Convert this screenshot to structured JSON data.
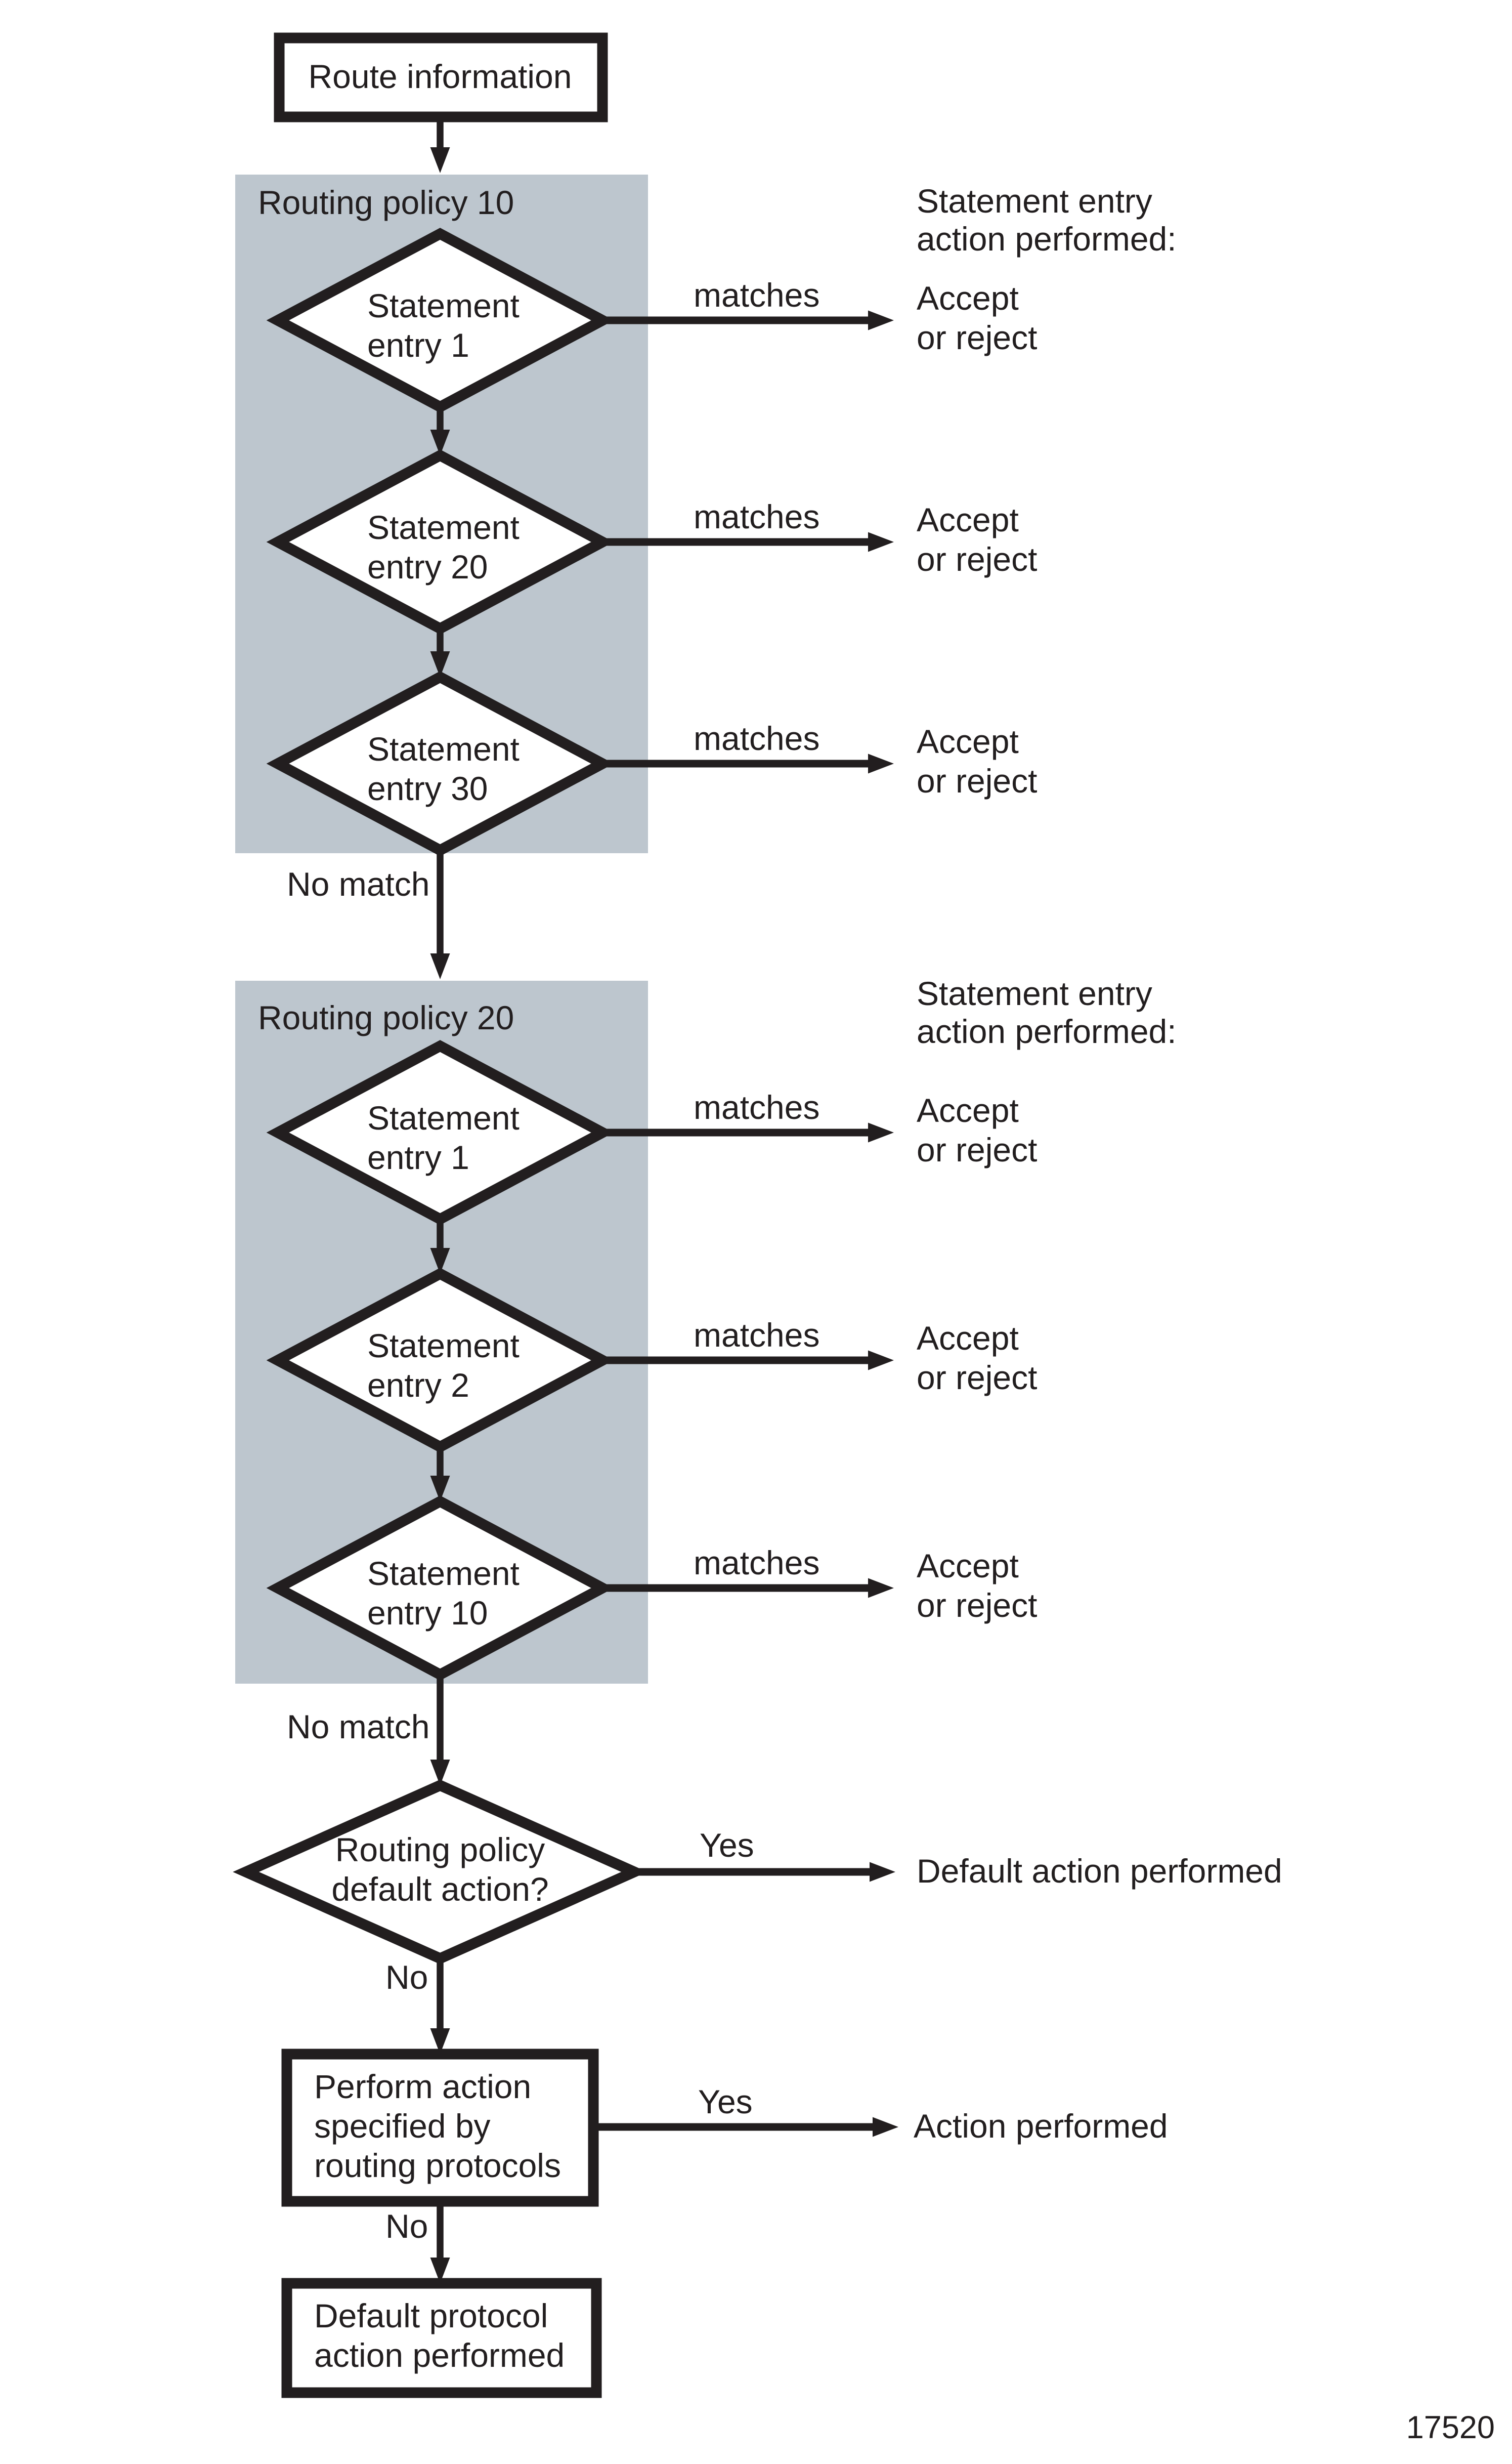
{
  "figure": {
    "number": "17520"
  },
  "colors": {
    "panel": "#BDC6CE",
    "ink": "#221E1F",
    "background": "#FFFFFF"
  },
  "start": {
    "label": "Route information"
  },
  "labels": {
    "matches": "matches",
    "no_match": "No match",
    "yes": "Yes",
    "no": "No"
  },
  "results": {
    "match_line1": "Accept",
    "match_line2": "or reject",
    "default_action": "Default action performed",
    "protocol_action": "Action performed"
  },
  "policy10": {
    "title": "Routing policy 10",
    "heading1": "Statement entry",
    "heading2": "action performed:",
    "entries": [
      {
        "line1": "Statement",
        "line2": "entry 1"
      },
      {
        "line1": "Statement",
        "line2": "entry 20"
      },
      {
        "line1": "Statement",
        "line2": "entry 30"
      }
    ]
  },
  "policy20": {
    "title": "Routing policy 20",
    "heading1": "Statement entry",
    "heading2": "action performed:",
    "entries": [
      {
        "line1": "Statement",
        "line2": "entry 1"
      },
      {
        "line1": "Statement",
        "line2": "entry 2"
      },
      {
        "line1": "Statement",
        "line2": "entry 10"
      }
    ]
  },
  "decision_default": {
    "line1": "Routing policy",
    "line2": "default action?"
  },
  "protocol_box": {
    "line1": "Perform action",
    "line2": "specified by",
    "line3": "routing protocols"
  },
  "final_box": {
    "line1": "Default protocol",
    "line2": "action performed"
  }
}
